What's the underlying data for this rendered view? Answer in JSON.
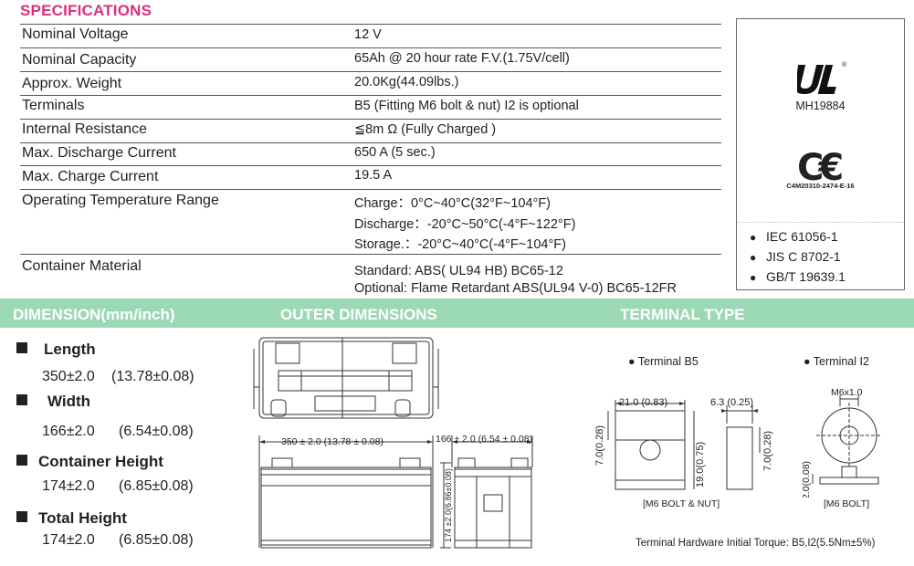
{
  "specifications": {
    "title": "SPECIFICATIONS",
    "rows": [
      {
        "label": "Nominal Voltage",
        "value": "12 V"
      },
      {
        "label": "Nominal Capacity",
        "value": "65Ah @ 20 hour rate F.V.(1.75V/cell)"
      },
      {
        "label": "Approx. Weight",
        "value": "20.0Kg(44.09lbs.)"
      },
      {
        "label": "Terminals",
        "value": "B5 (Fitting M6 bolt & nut) I2 is optional"
      },
      {
        "label": "Internal Resistance",
        "value": "≦8m Ω (Fully Charged )"
      },
      {
        "label": "Max. Discharge Current",
        "value": "650 A (5 sec.)"
      },
      {
        "label": "Max. Charge Current",
        "value": "19.5 A"
      },
      {
        "label": "Operating Temperature Range",
        "values": [
          "Charge：0°C~40°C(32°F~104°F)",
          "Discharge：-20°C~50°C(-4°F~122°F)",
          "Storage.：-20°C~40°C(-4°F~104°F)"
        ]
      },
      {
        "label": "Container Material",
        "values": [
          "Standard: ABS( UL94 HB)     BC65-12",
          "Optional: Flame Retardant ABS(UL94 V-0)  BC65-12FR"
        ]
      }
    ]
  },
  "certifications": {
    "ul_file": "MH19884",
    "ce_id": "C4M20310-2474-E-16",
    "standards": [
      "IEC 61056-1",
      "JIS C 8702-1",
      "GB/T 19639.1"
    ]
  },
  "sections": {
    "dimension": "DIMENSION(mm/inch)",
    "outer": "OUTER DIMENSIONS",
    "terminal": "TERMINAL TYPE"
  },
  "dimensions": [
    {
      "name": "Length",
      "mm": "350±2.0",
      "inch": "(13.78±0.08)"
    },
    {
      "name": "Width",
      "mm": "166±2.0",
      "inch": "(6.54±0.08)"
    },
    {
      "name": "Container Height",
      "mm": "174±2.0",
      "inch": "(6.85±0.08)"
    },
    {
      "name": "Total Height",
      "mm": "174±2.0",
      "inch": "(6.85±0.08)"
    }
  ],
  "outer_drawing": {
    "length_label": "350 ± 2.0 (13.78 ± 0.08)",
    "width_label": "166 ± 2.0 (6.54 ± 0.08)",
    "height_label": "174 ±2.0(6.86±0.08)"
  },
  "terminals": {
    "b5": {
      "title": "● Terminal B5",
      "w1": "21.0 (0.83)",
      "w2": "6.3 (0.25)",
      "h1": "7.0(0.28)",
      "h2": "19.0(0.75)",
      "h3": "7.0(0.28)",
      "caption": "[M6 BOLT & NUT]"
    },
    "i2": {
      "title": "● Terminal I2",
      "size": "M6x1.0",
      "h": "2.0(0.08)",
      "caption": "[M6 BOLT]"
    },
    "torque": "Terminal Hardware Initial Torque: B5,I2(5.5Nm±5%)"
  },
  "colors": {
    "title_pink": "#d9307e",
    "band_green": "#9bd8b4"
  }
}
